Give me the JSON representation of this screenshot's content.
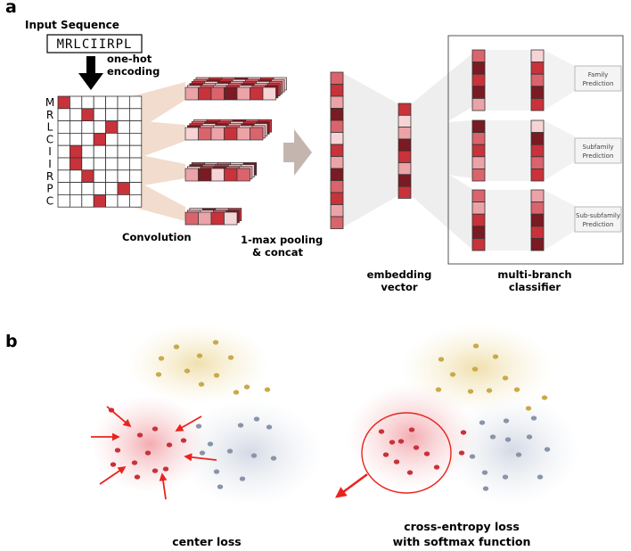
{
  "panel_a": {
    "label": "a",
    "input_title": "Input Sequence",
    "sequence": "MRLCIIRPL",
    "encoding_label_1": "one-hot",
    "encoding_label_2": "encoding",
    "row_letters": [
      "M",
      "R",
      "L",
      "C",
      "I",
      "I",
      "R",
      "P",
      "C"
    ],
    "convolution_label": "Convolution",
    "pooling_label_1": "1-max pooling",
    "pooling_label_2": "& concat",
    "embedding_label_1": "embedding",
    "embedding_label_2": "vector",
    "classifier_label_1": "multi-branch",
    "classifier_label_2": "classifier",
    "predictions": [
      {
        "line1": "Family",
        "line2": "Prediction"
      },
      {
        "line1": "Subfamily",
        "line2": "Prediction"
      },
      {
        "line1": "Sub-subfamily",
        "line2": "Prediction"
      }
    ]
  },
  "panel_b": {
    "label": "b",
    "left_caption": "center loss",
    "right_caption_1": "cross-entropy loss",
    "right_caption_2": "with softmax function"
  },
  "colors": {
    "dark_red": "#7a1a22",
    "red": "#c8323a",
    "mid_red": "#d9646c",
    "light_red": "#eba3a8",
    "pale_red": "#f6d4d6",
    "gold": "#c9a94b",
    "gray_blue": "#8a94a8",
    "arrow_red": "#e8241c",
    "funnel": "#e8c0a6"
  }
}
